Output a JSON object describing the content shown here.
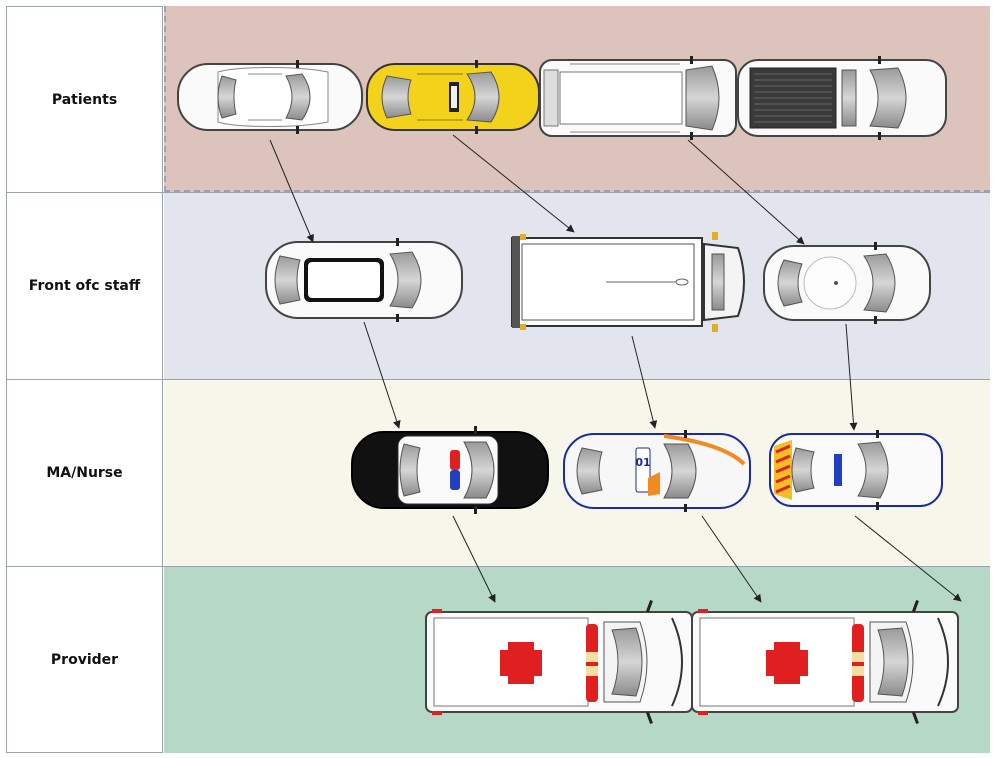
{
  "lanes": [
    {
      "label": "Patients",
      "color": "#dcc3bb"
    },
    {
      "label": "Front ofc staff",
      "color": "#e2e5ee"
    },
    {
      "label": "MA/Nurse",
      "color": "#f7f6ea"
    },
    {
      "label": "Provider",
      "color": "#b6d9c7"
    }
  ],
  "vehicles": {
    "patients": [
      "white-sedan-icon",
      "yellow-taxi-icon",
      "white-van-icon",
      "white-pickup-icon"
    ],
    "front_ofc_staff": [
      "white-coupe-icon",
      "box-truck-icon",
      "white-beetle-icon"
    ],
    "ma_nurse": [
      "black-police-car-icon",
      "police-car-01-icon",
      "police-car-chevron-icon"
    ],
    "provider": [
      "ambulance-icon",
      "ambulance-icon"
    ]
  },
  "police_text": "01",
  "colors": {
    "arrow": "#222222",
    "cross": "#e02020",
    "taxi": "#f2d21b",
    "divider": "#9aa3ad"
  }
}
